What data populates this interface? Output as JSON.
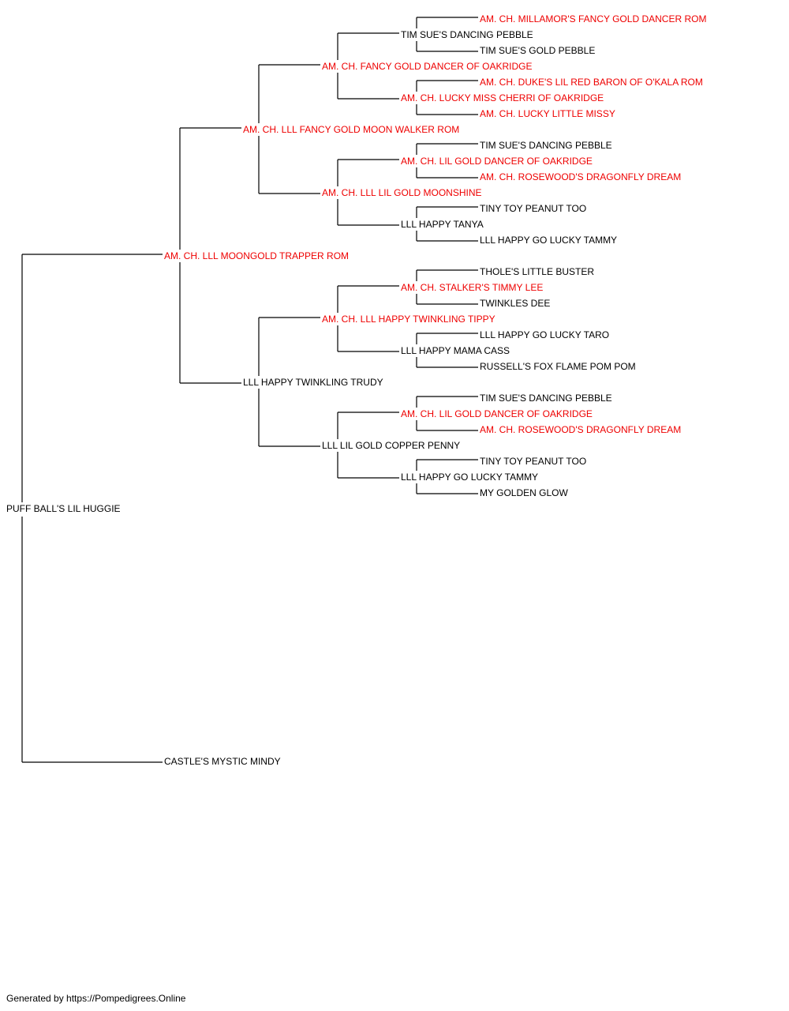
{
  "pedigree": {
    "subject": "PUFF BALL'S LIL HUGGIE",
    "sire": "AM. CH. LLL MOONGOLD TRAPPER ROM",
    "dam": "CASTLE'S MYSTIC MINDY",
    "ancestors": [
      {
        "name": "AM. CH. MILLAMOR'S FANCY GOLD DANCER ROM",
        "champion": true
      },
      {
        "name": "TIM SUE'S DANCING PEBBLE",
        "champion": false
      },
      {
        "name": "TIM SUE'S GOLD PEBBLE",
        "champion": false
      },
      {
        "name": "AM. CH. FANCY GOLD DANCER OF OAKRIDGE",
        "champion": true
      },
      {
        "name": "AM. CH. DUKE'S LIL RED BARON OF O'KALA ROM",
        "champion": true
      },
      {
        "name": "AM. CH. LUCKY MISS CHERRI OF OAKRIDGE",
        "champion": true
      },
      {
        "name": "AM. CH. LUCKY LITTLE MISSY",
        "champion": true
      },
      {
        "name": "AM. CH. LLL FANCY GOLD MOON WALKER ROM",
        "champion": true
      },
      {
        "name": "TIM SUE'S DANCING PEBBLE",
        "champion": false
      },
      {
        "name": "AM. CH. LIL GOLD DANCER OF OAKRIDGE",
        "champion": true
      },
      {
        "name": "AM. CH. ROSEWOOD'S DRAGONFLY DREAM",
        "champion": true
      },
      {
        "name": "AM. CH. LLL LIL GOLD MOONSHINE",
        "champion": true
      },
      {
        "name": "TINY TOY PEANUT TOO",
        "champion": false
      },
      {
        "name": "LLL HAPPY TANYA",
        "champion": false
      },
      {
        "name": "LLL HAPPY GO LUCKY TAMMY",
        "champion": false
      },
      {
        "name": "AM. CH. LLL MOONGOLD TRAPPER ROM",
        "champion": true
      },
      {
        "name": "THOLE'S LITTLE BUSTER",
        "champion": false
      },
      {
        "name": "AM. CH. STALKER'S TIMMY LEE",
        "champion": true
      },
      {
        "name": "TWINKLES DEE",
        "champion": false
      },
      {
        "name": "AM. CH. LLL HAPPY TWINKLING TIPPY",
        "champion": true
      },
      {
        "name": "LLL HAPPY GO LUCKY TARO",
        "champion": false
      },
      {
        "name": "LLL HAPPY MAMA CASS",
        "champion": false
      },
      {
        "name": "RUSSELL'S FOX FLAME POM POM",
        "champion": false
      },
      {
        "name": "LLL HAPPY TWINKLING TRUDY",
        "champion": false
      },
      {
        "name": "TIM SUE'S DANCING PEBBLE",
        "champion": false
      },
      {
        "name": "AM. CH. LIL GOLD DANCER OF OAKRIDGE",
        "champion": true
      },
      {
        "name": "AM. CH. ROSEWOOD'S DRAGONFLY DREAM",
        "champion": true
      },
      {
        "name": "LLL LIL GOLD COPPER PENNY",
        "champion": false
      },
      {
        "name": "TINY TOY PEANUT TOO",
        "champion": false
      },
      {
        "name": "LLL HAPPY GO LUCKY TAMMY",
        "champion": false
      },
      {
        "name": "MY GOLDEN GLOW",
        "champion": false
      },
      {
        "name": "PUFF BALL'S LIL HUGGIE",
        "champion": false
      },
      {
        "name": "CASTLE'S MYSTIC MINDY",
        "champion": false
      }
    ]
  },
  "colors": {
    "champion": "#ee0000",
    "regular": "#000000",
    "lines": "#000000"
  },
  "footer": "Generated by https://Pompedigrees.Online"
}
